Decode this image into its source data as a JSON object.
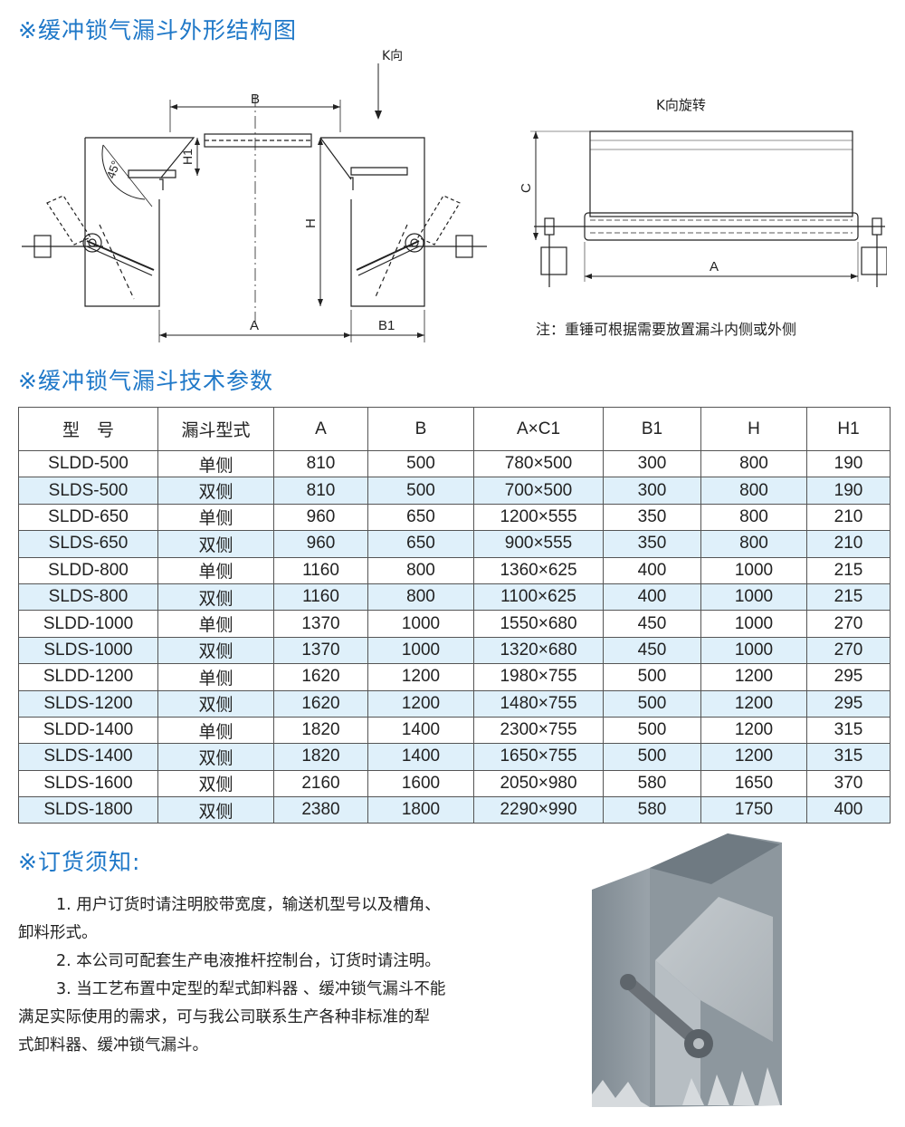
{
  "headings": {
    "structure": "※缓冲锁气漏斗外形结构图",
    "params": "※缓冲锁气漏斗技术参数",
    "ordering": "※订货须知:"
  },
  "diagram_main": {
    "label_k": "K向",
    "label_b": "B",
    "label_h1": "H1",
    "label_h": "H",
    "label_a": "A",
    "label_b1": "B1",
    "label_angle": "45°"
  },
  "diagram_k": {
    "title": "K向旋转",
    "label_c": "C",
    "label_a": "A"
  },
  "note": "注：重锤可根据需要放置漏斗内侧或外侧",
  "table": {
    "headers": [
      "型　号",
      "漏斗型式",
      "A",
      "B",
      "A×C1",
      "B1",
      "H",
      "H1"
    ],
    "rows": [
      [
        "SLDD-500",
        "单侧",
        "810",
        "500",
        "780×500",
        "300",
        "800",
        "190"
      ],
      [
        "SLDS-500",
        "双侧",
        "810",
        "500",
        "700×500",
        "300",
        "800",
        "190"
      ],
      [
        "SLDD-650",
        "单侧",
        "960",
        "650",
        "1200×555",
        "350",
        "800",
        "210"
      ],
      [
        "SLDS-650",
        "双侧",
        "960",
        "650",
        "900×555",
        "350",
        "800",
        "210"
      ],
      [
        "SLDD-800",
        "单侧",
        "1160",
        "800",
        "1360×625",
        "400",
        "1000",
        "215"
      ],
      [
        "SLDS-800",
        "双侧",
        "1160",
        "800",
        "1100×625",
        "400",
        "1000",
        "215"
      ],
      [
        "SLDD-1000",
        "单侧",
        "1370",
        "1000",
        "1550×680",
        "450",
        "1000",
        "270"
      ],
      [
        "SLDS-1000",
        "双侧",
        "1370",
        "1000",
        "1320×680",
        "450",
        "1000",
        "270"
      ],
      [
        "SLDD-1200",
        "单侧",
        "1620",
        "1200",
        "1980×755",
        "500",
        "1200",
        "295"
      ],
      [
        "SLDS-1200",
        "双侧",
        "1620",
        "1200",
        "1480×755",
        "500",
        "1200",
        "295"
      ],
      [
        "SLDD-1400",
        "单侧",
        "1820",
        "1400",
        "2300×755",
        "500",
        "1200",
        "315"
      ],
      [
        "SLDS-1400",
        "双侧",
        "1820",
        "1400",
        "1650×755",
        "500",
        "1200",
        "315"
      ],
      [
        "SLDS-1600",
        "双侧",
        "2160",
        "1600",
        "2050×980",
        "580",
        "1650",
        "370"
      ],
      [
        "SLDS-1800",
        "双侧",
        "2380",
        "1800",
        "2290×990",
        "580",
        "1750",
        "400"
      ]
    ]
  },
  "notice": {
    "item1_a": "1. 用户订货时请注明胶带宽度，输送机型号以及槽角、",
    "item1_b": "卸料形式。",
    "item2": "2. 本公司可配套生产电液推杆控制台，订货时请注明。",
    "item3_a": "3. 当工艺布置中定型的犁式卸料器 、缓冲锁气漏斗不能",
    "item3_b": "满足实际使用的需求，可与我公司联系生产各种非标准的犁",
    "item3_c": "式卸料器、缓冲锁气漏斗。"
  },
  "colors": {
    "heading": "#1f78c8",
    "table_stripe": "#dff0fa",
    "product_gray": "#8a949c"
  }
}
